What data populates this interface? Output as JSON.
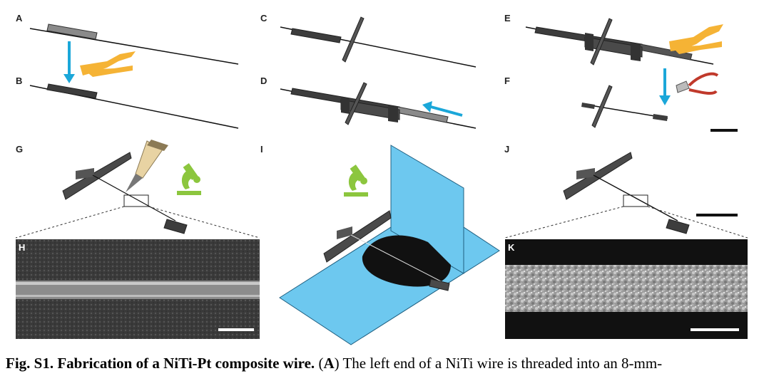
{
  "panels": {
    "A": "A",
    "B": "B",
    "C": "C",
    "D": "D",
    "E": "E",
    "F": "F",
    "G": "G",
    "H": "H",
    "I": "I",
    "J": "J",
    "K": "K"
  },
  "caption": {
    "label": "Fig. S1.",
    "title": "Fabrication of a NiTi-Pt composite wire.",
    "open_paren": "(",
    "ref": "A",
    "close_paren": ")",
    "text": "The left end of a NiTi wire is threaded into an 8-mm-"
  },
  "colors": {
    "arrow": "#1ba7d9",
    "pliers": "#f5b335",
    "microscope": "#8cc63e",
    "substrate": "#6dc8ef",
    "wire": "#111111",
    "tube": "#8a8a8a",
    "bracket": "#4a4a4a",
    "cutter_handle": "#c0392b"
  },
  "icons": [
    "down-arrow-icon",
    "left-arrow-icon",
    "pliers-icon",
    "wire-cutter-icon",
    "microscope-icon",
    "pen-icon",
    "scale-bar"
  ]
}
